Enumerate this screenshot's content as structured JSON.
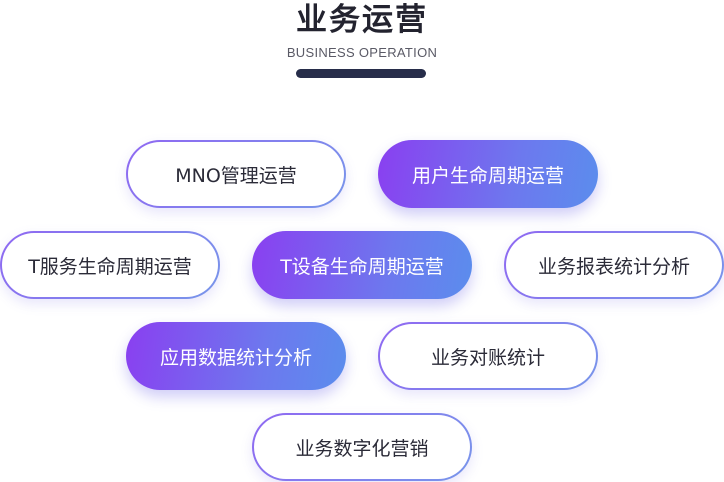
{
  "header": {
    "title": "业务运营",
    "subtitle": "BUSINESS OPERATION"
  },
  "items": [
    {
      "label": "MNO管理运营",
      "style": "outline"
    },
    {
      "label": "用户生命周期运营",
      "style": "filled"
    },
    {
      "label": "T服务生命周期运营",
      "style": "outline"
    },
    {
      "label": "T设备生命周期运营",
      "style": "filled"
    },
    {
      "label": "业务报表统计分析",
      "style": "outline"
    },
    {
      "label": "应用数据统计分析",
      "style": "filled"
    },
    {
      "label": "业务对账统计",
      "style": "outline"
    },
    {
      "label": "业务数字化营销",
      "style": "outline"
    }
  ],
  "colors": {
    "title": "#23232f",
    "accent_purple": "#8a3ff0",
    "accent_blue": "#5b8ded",
    "title_bar": "#272d4a"
  }
}
